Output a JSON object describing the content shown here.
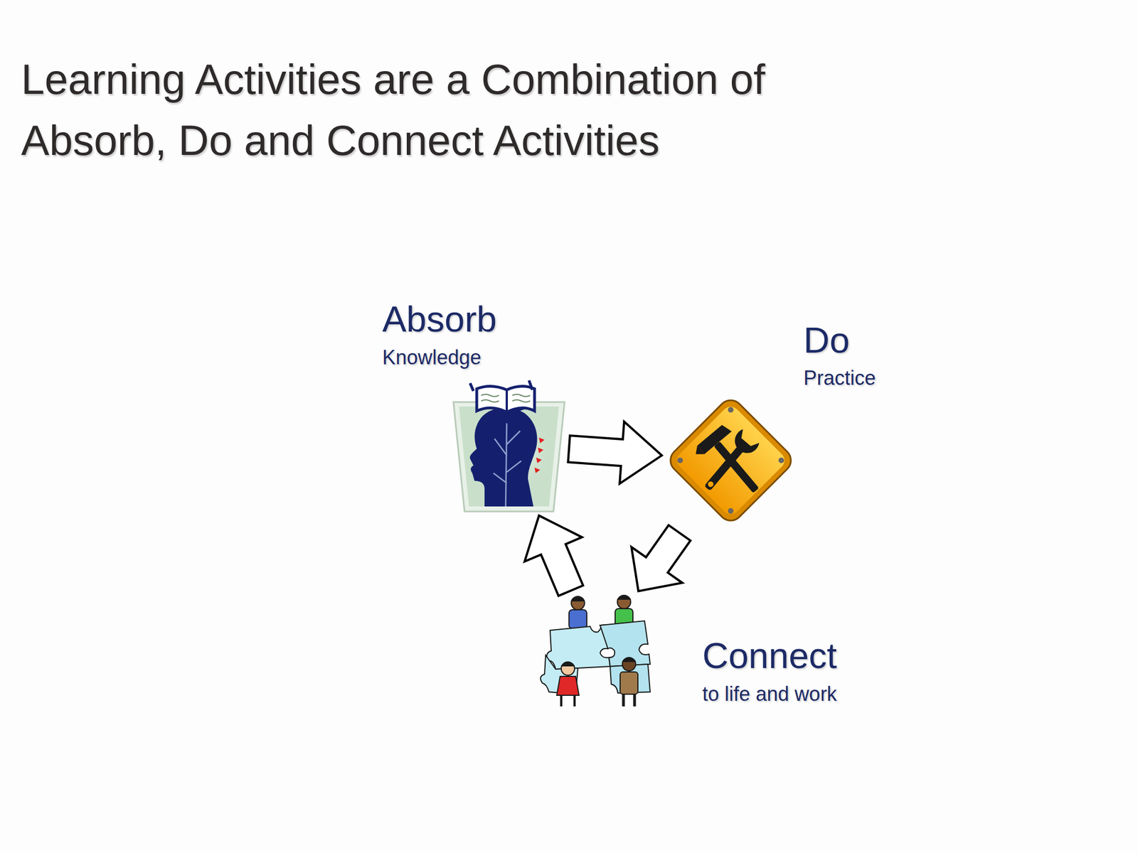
{
  "diagram": {
    "title": "Learning Activities are a Combination of Absorb, Do and Connect Activities",
    "nodes": [
      {
        "text": [
          "Absorb",
          "Knowledge"
        ]
      },
      {
        "text": [
          "Do",
          "Practice"
        ]
      },
      {
        "text": [
          "Connect",
          "to life and work"
        ]
      }
    ],
    "edges": [
      {
        "from": 0,
        "to": 1,
        "arrow": "to"
      },
      {
        "from": 1,
        "to": 2,
        "arrow": "to"
      },
      {
        "from": 2,
        "to": 0,
        "arrow": "to"
      }
    ]
  }
}
